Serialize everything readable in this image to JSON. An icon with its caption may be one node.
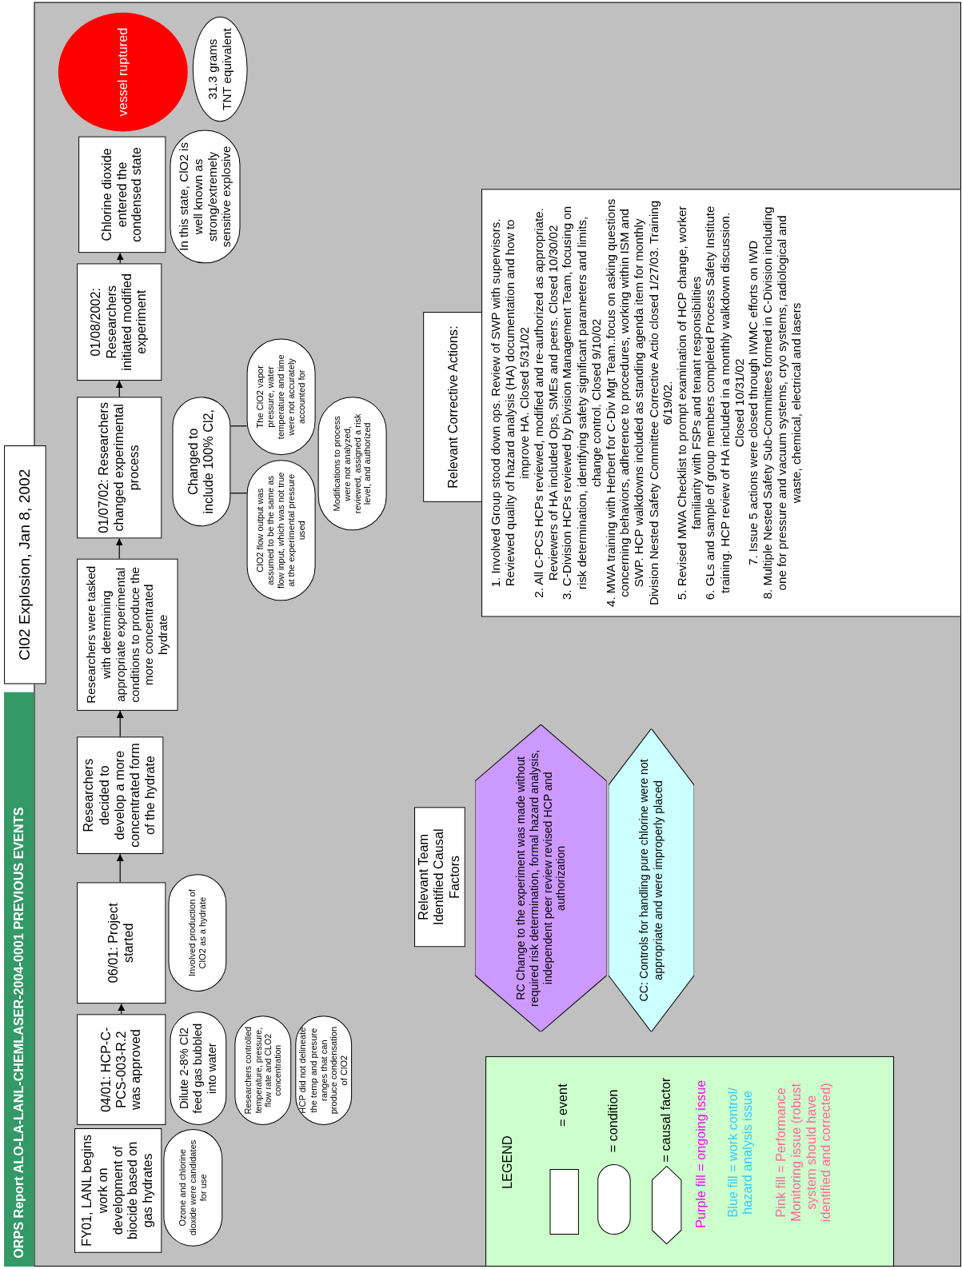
{
  "diagram": {
    "title": "ORPS Report ALO-LA-LANL-CHEMLASER-2004-0001 PREVIOUS EVENTS",
    "nodes": [
      {
        "text": [
          "Cl02 Explosion, Jan 8, 2002"
        ]
      },
      {
        "text": [
          "FY01, LANL begins work on development of biocide based on gas hydrates"
        ]
      },
      {
        "text": [
          "Ozone and chlorine dioxide were candidates for use"
        ]
      },
      {
        "text": [
          "04/01: HCP-C-PCS-003-R.2 was approved"
        ]
      },
      {
        "text": [
          "Dilute 2-8% Cl2 feed gas bubbled into water"
        ]
      },
      {
        "text": [
          "Researchers controlled temperature, pressure, flow rate and CLO2 concentration"
        ]
      },
      {
        "text": [
          "HCP did not delineate the temp and presure ranges that can produce condensation of ClO2"
        ]
      },
      {
        "text": [
          "06/01: Project started"
        ]
      },
      {
        "text": [
          "Involved production of ClO2 as a hydrate"
        ]
      },
      {
        "text": [
          "Researchers decided to develop a more concentrated form of the hydrate"
        ]
      },
      {
        "text": [
          "Researchers were tasked with determining appropriate experimental conditions to produce the more concentrated hydrate"
        ]
      },
      {
        "text": [
          "01/07/02: Researchers changed experimental process"
        ]
      },
      {
        "text": [
          "Changed to include 100% Cl2,"
        ]
      },
      {
        "text": [
          "ClO2 flow output was assumed to be the same as flow input, which was not true at the experimental pressure used"
        ]
      },
      {
        "text": [
          "The ClO2 vapor pressure, water temperature and time were not accurately accounted for"
        ]
      },
      {
        "text": [
          "Modifications to process were not analyzed, reviewed, assigned a risk level, and authorized"
        ]
      },
      {
        "text": [
          "01/08/2002: Researchers initiated modified experiment"
        ]
      },
      {
        "text": [
          "Chlorine dioxide entered the condensed state"
        ]
      },
      {
        "text": [
          "In this state, ClO2 is well known as strong/extremely sensitive explosive"
        ]
      },
      {
        "text": [
          "vessel ruptured"
        ]
      },
      {
        "text": [
          "31.3 grams TNT equivalent"
        ]
      },
      {
        "text": [
          "Relevant Team Identified Causal Factors"
        ]
      },
      {
        "text": [
          "RC Change to the experiment was made without required risk determination, formal hazard analysis, independent peer review revised HCP and authorization"
        ]
      },
      {
        "text": [
          "CC: Controls for handling pure chlorine were not appropriate and were improperly placed"
        ]
      },
      {
        "text": [
          "Relevant Corrective Actions:"
        ]
      },
      {
        "text": [
          "1. Involved Group stood down ops. Review of SWP with supervisors. Reviewed quality of hazard analysis (HA) documentation and how to improve HA. Closed 5/31/02",
          "2. All C-PCS HCPs reviewed, modified and re-authorized as appropriate. Reviewers of HA included Ops, SMEs and peers. Closed 10/30/02",
          "3. C-Division HCPs reviewed by Division Management Team, focusing on risk determination, identifying safety significant parameters and limits, change control. Closed 9/10/02",
          "4. MWA training with Herbert for C-Div Mgt Team..focus on asking questions concerning behaviors, adherence to procedures, working within ISM and SWP. HCP walkdowns included as standing agenda item for monthly Division Nested Safety Committee Corrective Actio closed 1/27/03. Training 6/19/02.",
          "5. Revised MWA Checklist to prompt examination of HCP change, worker familiarity with FSPs and tenant responsibilities",
          "6. GLs and sample of group members completed Process Safety Institute training. HCP review of HA included in a monthly walkdown discussion. Closed 10/31/02",
          "7. Issue 5 actions were closed through IWMC efforts on IWD",
          "8. Multiple Nested Safety Sub-Committees formed in C-Division including one for pressure and vacuum systems, cryo systems, radiological and waste, chemical, electrical and lasers"
        ]
      }
    ],
    "edges": [
      {
        "from": 3,
        "to": 7,
        "arrow": "to"
      },
      {
        "from": 7,
        "to": 9,
        "arrow": "to"
      },
      {
        "from": 9,
        "to": 10,
        "arrow": "to"
      },
      {
        "from": 10,
        "to": 11,
        "arrow": "to"
      },
      {
        "from": 11,
        "to": 16,
        "arrow": "to"
      },
      {
        "from": 16,
        "to": 17,
        "arrow": "to"
      },
      {
        "from": 12,
        "to": 13,
        "arrow": "none"
      },
      {
        "from": 12,
        "to": 14,
        "arrow": "none"
      }
    ],
    "labels": [
      "LEGEND"
    ],
    "legend": [
      {
        "text": "= event"
      },
      {
        "text": "= condition"
      },
      {
        "text": "= causal factor"
      },
      {
        "text": "Purple fill = ongoing issue",
        "color": "#ff00ff"
      },
      {
        "text": "Blue fill = work control/ hazard analysis issue",
        "color": "#33ccff"
      },
      {
        "text": "Pink fill = Performance Monitoring issue (robust system should have identified and corrected)",
        "color": "#ff6699"
      }
    ]
  }
}
